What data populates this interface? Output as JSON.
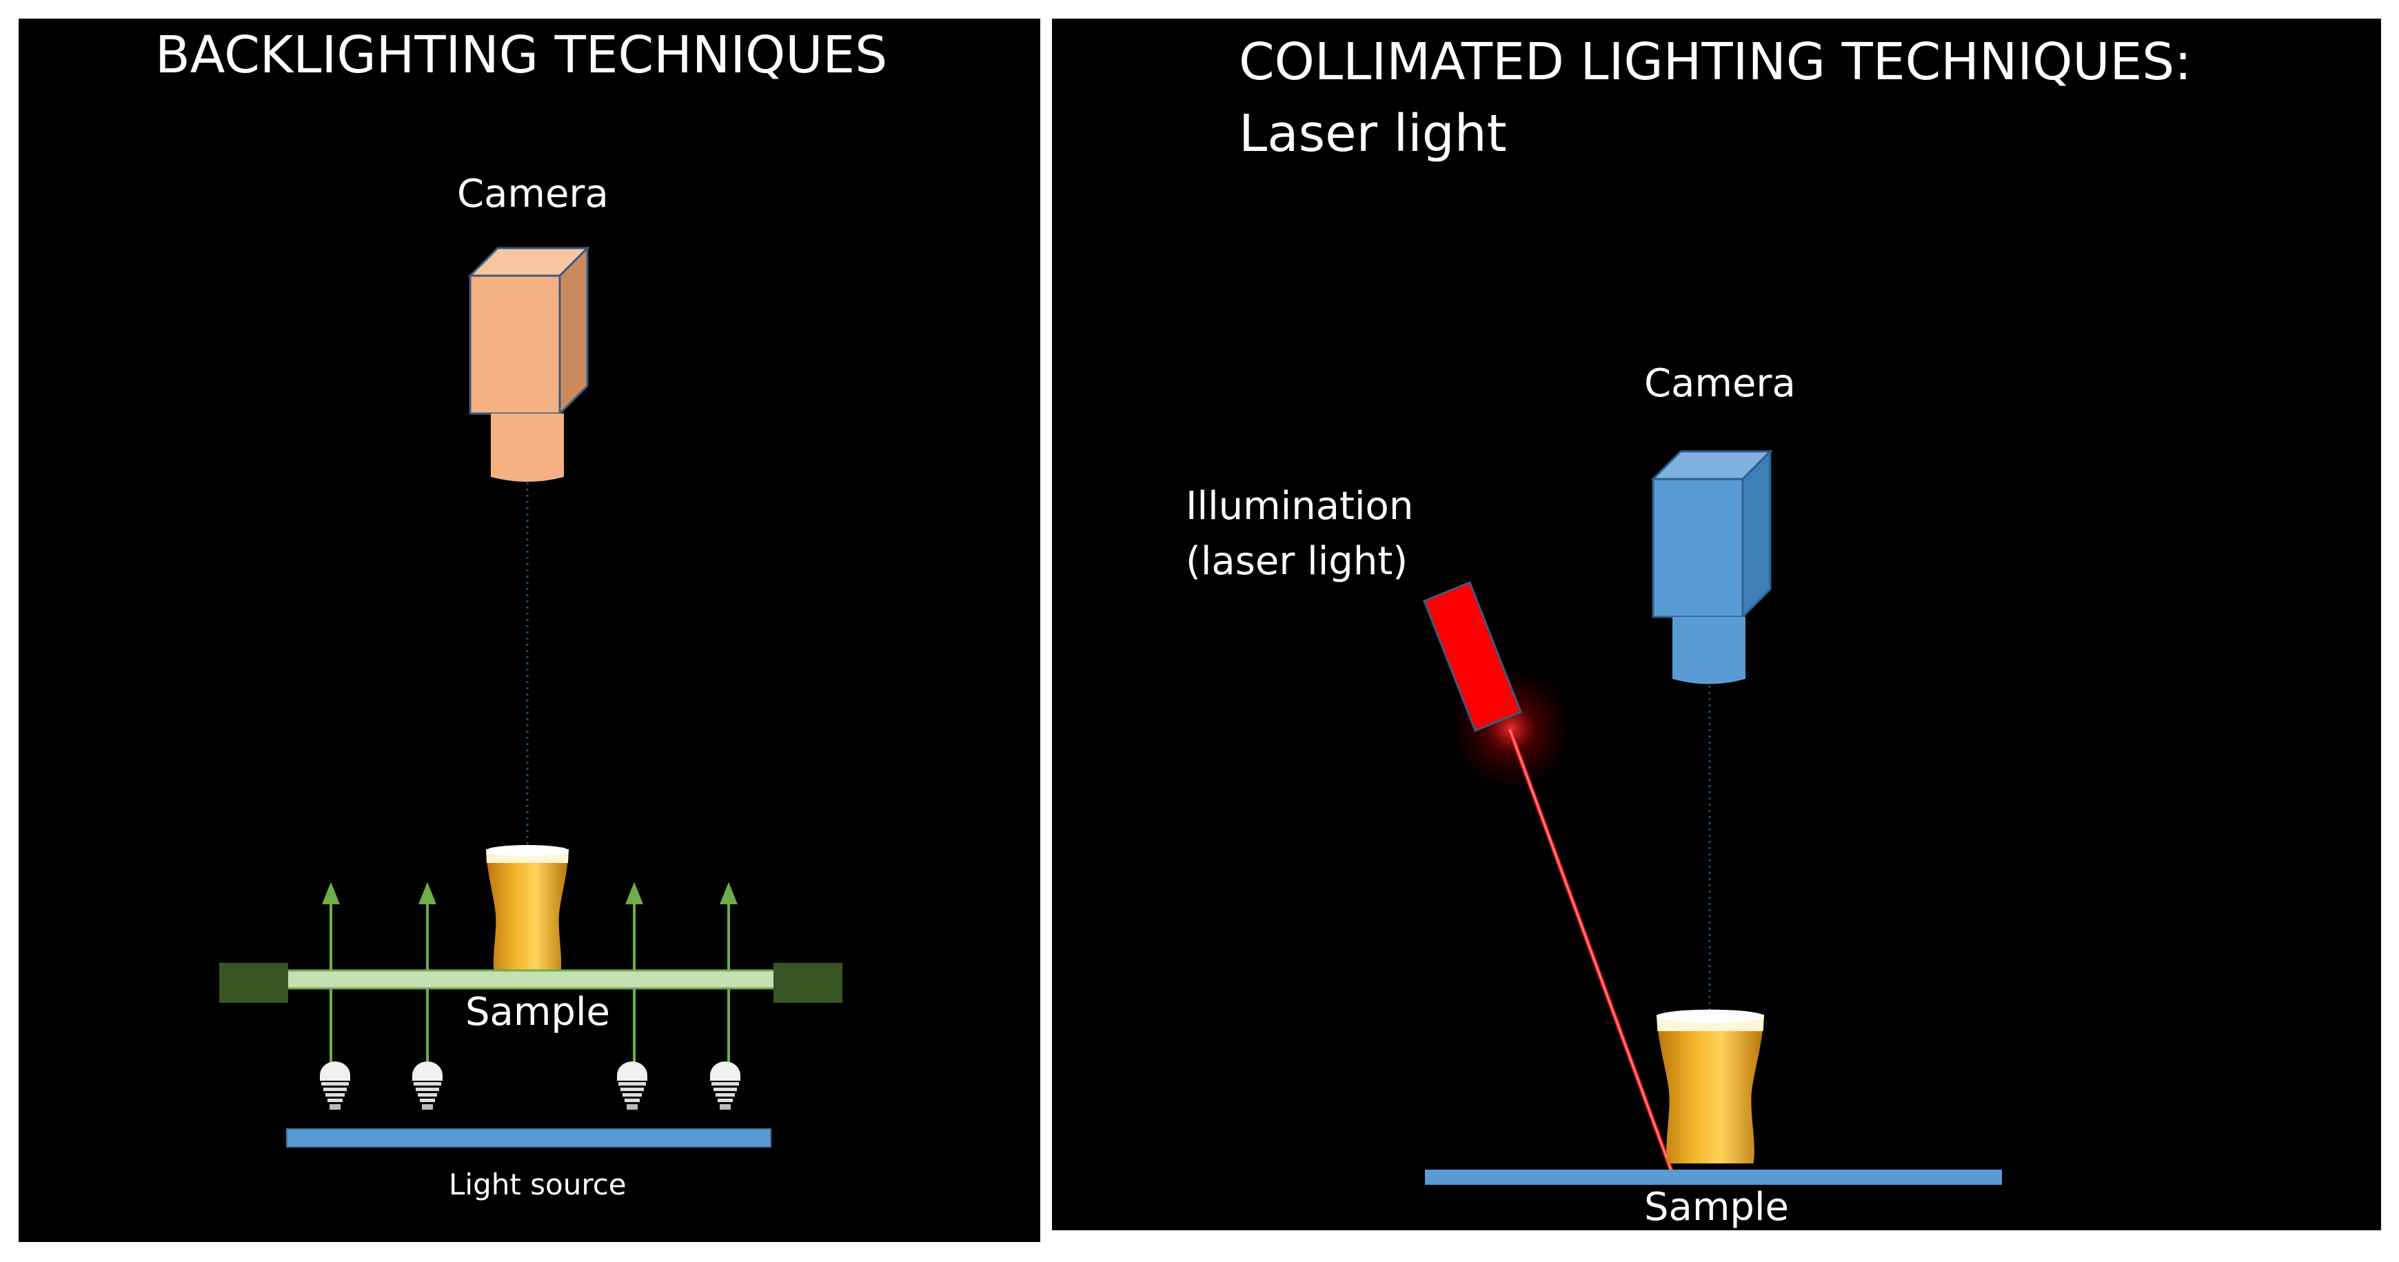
{
  "left_panel": {
    "title": "BACKLIGHTING TECHNIQUES",
    "camera_label": "Camera",
    "sample_label": "Sample",
    "light_source_label": "Light source",
    "camera_color": "#F4B183",
    "light_source_color": "#5B9BD5",
    "diffuser_color": "#C5E0B4",
    "diffuser_end_color": "#375623",
    "arrow_color": "#70AD47"
  },
  "right_panel": {
    "title_line1": "COLLIMATED LIGHTING TECHNIQUES:",
    "title_line2": "Laser light",
    "camera_label": "Camera",
    "illumination_line1": "Illumination",
    "illumination_line2": "(laser light)",
    "sample_label": "Sample",
    "camera_color": "#5B9BD5",
    "laser_color": "#FF0000",
    "stage_color": "#5B9BD5"
  },
  "icons": [
    "camera-icon",
    "beer-glass-icon",
    "light-bulb-icon",
    "laser-icon",
    "arrow-up-icon"
  ]
}
